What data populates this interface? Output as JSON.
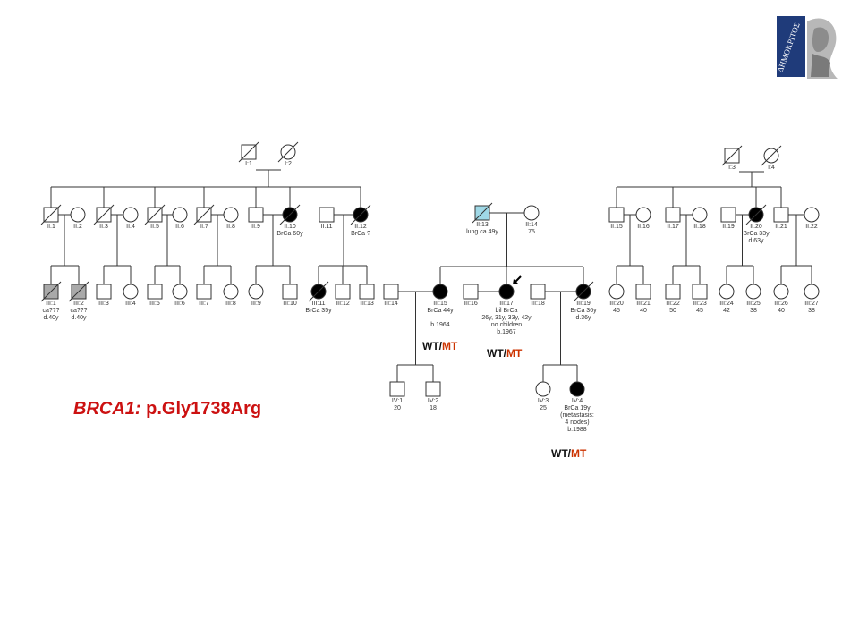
{
  "title": {
    "gene": "BRCA1:",
    "variant": "p.Gly1738Arg"
  },
  "genotype": {
    "wt": "WT",
    "sep": "/",
    "mt": "MT"
  },
  "logo_text": "ΔΗΜΟΚΡΙΤΟΣ",
  "colors": {
    "affected": "#000000",
    "other_cancer": "#9fd8e6",
    "uncertain": "#a9a9a9",
    "title": "#cc1111",
    "mutant": "#cc3300"
  },
  "individuals": [
    {
      "id": "I:1",
      "sex": "male",
      "status": "unaffected",
      "deceased": true,
      "lines": []
    },
    {
      "id": "I:2",
      "sex": "female",
      "status": "unaffected",
      "deceased": true,
      "lines": []
    },
    {
      "id": "I:3",
      "sex": "male",
      "status": "unaffected",
      "deceased": true,
      "lines": []
    },
    {
      "id": "I:4",
      "sex": "female",
      "status": "unaffected",
      "deceased": true,
      "lines": []
    },
    {
      "id": "II:1",
      "sex": "male",
      "status": "unaffected",
      "deceased": true,
      "lines": []
    },
    {
      "id": "II:2",
      "sex": "female",
      "status": "unaffected",
      "deceased": false,
      "lines": []
    },
    {
      "id": "II:3",
      "sex": "male",
      "status": "unaffected",
      "deceased": true,
      "lines": []
    },
    {
      "id": "II:4",
      "sex": "female",
      "status": "unaffected",
      "deceased": false,
      "lines": []
    },
    {
      "id": "II:5",
      "sex": "male",
      "status": "unaffected",
      "deceased": true,
      "lines": []
    },
    {
      "id": "II:6",
      "sex": "female",
      "status": "unaffected",
      "deceased": false,
      "lines": []
    },
    {
      "id": "II:7",
      "sex": "male",
      "status": "unaffected",
      "deceased": true,
      "lines": []
    },
    {
      "id": "II:8",
      "sex": "female",
      "status": "unaffected",
      "deceased": false,
      "lines": []
    },
    {
      "id": "II:9",
      "sex": "male",
      "status": "unaffected",
      "deceased": false,
      "lines": []
    },
    {
      "id": "II:10",
      "sex": "female",
      "status": "affected",
      "deceased": true,
      "lines": [
        "BrCa 60y"
      ]
    },
    {
      "id": "II:11",
      "sex": "male",
      "status": "unaffected",
      "deceased": false,
      "lines": []
    },
    {
      "id": "II:12",
      "sex": "female",
      "status": "affected",
      "deceased": true,
      "lines": [
        "BrCa ?"
      ]
    },
    {
      "id": "II:13",
      "sex": "male",
      "status": "other_cancer",
      "deceased": true,
      "lines": [
        "lung ca 49y"
      ]
    },
    {
      "id": "II:14",
      "sex": "female",
      "status": "unaffected",
      "deceased": false,
      "lines": [
        "75"
      ]
    },
    {
      "id": "II:15",
      "sex": "male",
      "status": "unaffected",
      "deceased": false,
      "lines": []
    },
    {
      "id": "II:16",
      "sex": "female",
      "status": "unaffected",
      "deceased": false,
      "lines": []
    },
    {
      "id": "II:17",
      "sex": "male",
      "status": "unaffected",
      "deceased": false,
      "lines": []
    },
    {
      "id": "II:18",
      "sex": "female",
      "status": "unaffected",
      "deceased": false,
      "lines": []
    },
    {
      "id": "II:19",
      "sex": "male",
      "status": "unaffected",
      "deceased": false,
      "lines": []
    },
    {
      "id": "II:20",
      "sex": "female",
      "status": "affected",
      "deceased": true,
      "lines": [
        "BrCa 33y",
        "d.63y"
      ]
    },
    {
      "id": "II:21",
      "sex": "male",
      "status": "unaffected",
      "deceased": false,
      "lines": []
    },
    {
      "id": "II:22",
      "sex": "female",
      "status": "unaffected",
      "deceased": false,
      "lines": []
    },
    {
      "id": "III:1",
      "sex": "male",
      "status": "uncertain",
      "deceased": true,
      "lines": [
        "ca???",
        "d.40y"
      ]
    },
    {
      "id": "III:2",
      "sex": "male",
      "status": "uncertain",
      "deceased": true,
      "lines": [
        "ca???",
        "d.40y"
      ]
    },
    {
      "id": "III:3",
      "sex": "male",
      "status": "unaffected",
      "deceased": false,
      "lines": []
    },
    {
      "id": "III:4",
      "sex": "female",
      "status": "unaffected",
      "deceased": false,
      "lines": []
    },
    {
      "id": "III:5",
      "sex": "male",
      "status": "unaffected",
      "deceased": false,
      "lines": []
    },
    {
      "id": "III:6",
      "sex": "female",
      "status": "unaffected",
      "deceased": false,
      "lines": []
    },
    {
      "id": "III:7",
      "sex": "male",
      "status": "unaffected",
      "deceased": false,
      "lines": []
    },
    {
      "id": "III:8",
      "sex": "female",
      "status": "unaffected",
      "deceased": false,
      "lines": []
    },
    {
      "id": "III:9",
      "sex": "female",
      "status": "unaffected",
      "deceased": false,
      "lines": []
    },
    {
      "id": "III:10",
      "sex": "male",
      "status": "unaffected",
      "deceased": false,
      "lines": []
    },
    {
      "id": "III:11",
      "sex": "female",
      "status": "affected",
      "deceased": true,
      "lines": [
        "BrCa 35y"
      ]
    },
    {
      "id": "III:12",
      "sex": "male",
      "status": "unaffected",
      "deceased": false,
      "lines": []
    },
    {
      "id": "III:13",
      "sex": "male",
      "status": "unaffected",
      "deceased": false,
      "lines": []
    },
    {
      "id": "III:14",
      "sex": "male",
      "status": "unaffected",
      "deceased": false,
      "lines": []
    },
    {
      "id": "III:15",
      "sex": "female",
      "status": "affected",
      "deceased": false,
      "lines": [
        "BrCa 44y",
        "",
        "b.1964"
      ]
    },
    {
      "id": "III:16",
      "sex": "male",
      "status": "unaffected",
      "deceased": false,
      "lines": []
    },
    {
      "id": "III:17",
      "sex": "female",
      "status": "affected",
      "deceased": false,
      "proband": true,
      "lines": [
        "bil BrCa",
        "26y, 31y, 33y, 42y",
        "no children",
        "b.1967"
      ]
    },
    {
      "id": "III:18",
      "sex": "male",
      "status": "unaffected",
      "deceased": false,
      "lines": []
    },
    {
      "id": "III:19",
      "sex": "female",
      "status": "affected",
      "deceased": true,
      "lines": [
        "BrCa 36y",
        "d.36y"
      ]
    },
    {
      "id": "III:20",
      "sex": "female",
      "status": "unaffected",
      "deceased": false,
      "lines": [
        "45"
      ]
    },
    {
      "id": "III:21",
      "sex": "male",
      "status": "unaffected",
      "deceased": false,
      "lines": [
        "40"
      ]
    },
    {
      "id": "III:22",
      "sex": "male",
      "status": "unaffected",
      "deceased": false,
      "lines": [
        "50"
      ]
    },
    {
      "id": "III:23",
      "sex": "male",
      "status": "unaffected",
      "deceased": false,
      "lines": [
        "45"
      ]
    },
    {
      "id": "III:24",
      "sex": "female",
      "status": "unaffected",
      "deceased": false,
      "lines": [
        "42"
      ]
    },
    {
      "id": "III:25",
      "sex": "female",
      "status": "unaffected",
      "deceased": false,
      "lines": [
        "38"
      ]
    },
    {
      "id": "III:26",
      "sex": "female",
      "status": "unaffected",
      "deceased": false,
      "lines": [
        "40"
      ]
    },
    {
      "id": "III:27",
      "sex": "female",
      "status": "unaffected",
      "deceased": false,
      "lines": [
        "38"
      ]
    },
    {
      "id": "IV:1",
      "sex": "male",
      "status": "unaffected",
      "deceased": false,
      "lines": [
        "20"
      ]
    },
    {
      "id": "IV:2",
      "sex": "male",
      "status": "unaffected",
      "deceased": false,
      "lines": [
        "18"
      ]
    },
    {
      "id": "IV:3",
      "sex": "female",
      "status": "unaffected",
      "deceased": false,
      "lines": [
        "25"
      ]
    },
    {
      "id": "IV:4",
      "sex": "female",
      "status": "affected",
      "deceased": false,
      "lines": [
        "BrCa 19y",
        "(metastasis:",
        "4 nodes)",
        "b.1988"
      ]
    }
  ]
}
